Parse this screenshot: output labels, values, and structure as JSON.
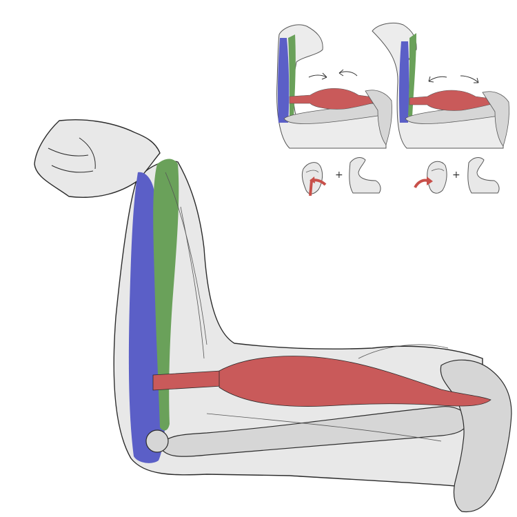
{
  "colors": {
    "background": "#ffffff",
    "skin": "#e8e8e8",
    "bone": "#d6d6d6",
    "outline": "#2a2a2a",
    "ulna_highlight": "#5b5fc7",
    "radius_highlight": "#6aa15a",
    "biceps_highlight": "#c95a5a",
    "arrow": "#c8504a"
  },
  "inset_panels": [
    {
      "name": "supination-view",
      "arrow_direction": "inward"
    },
    {
      "name": "pronation-view",
      "arrow_direction": "outward"
    }
  ],
  "legend_icons": [
    {
      "name": "supinated-hand-icon",
      "operator": "+",
      "paired_with": "flexed-arm-icon"
    },
    {
      "name": "pronated-hand-icon",
      "operator": "+",
      "paired_with": "flexed-arm-icon"
    }
  ],
  "operators": {
    "plus_1": "+",
    "plus_2": "+"
  }
}
